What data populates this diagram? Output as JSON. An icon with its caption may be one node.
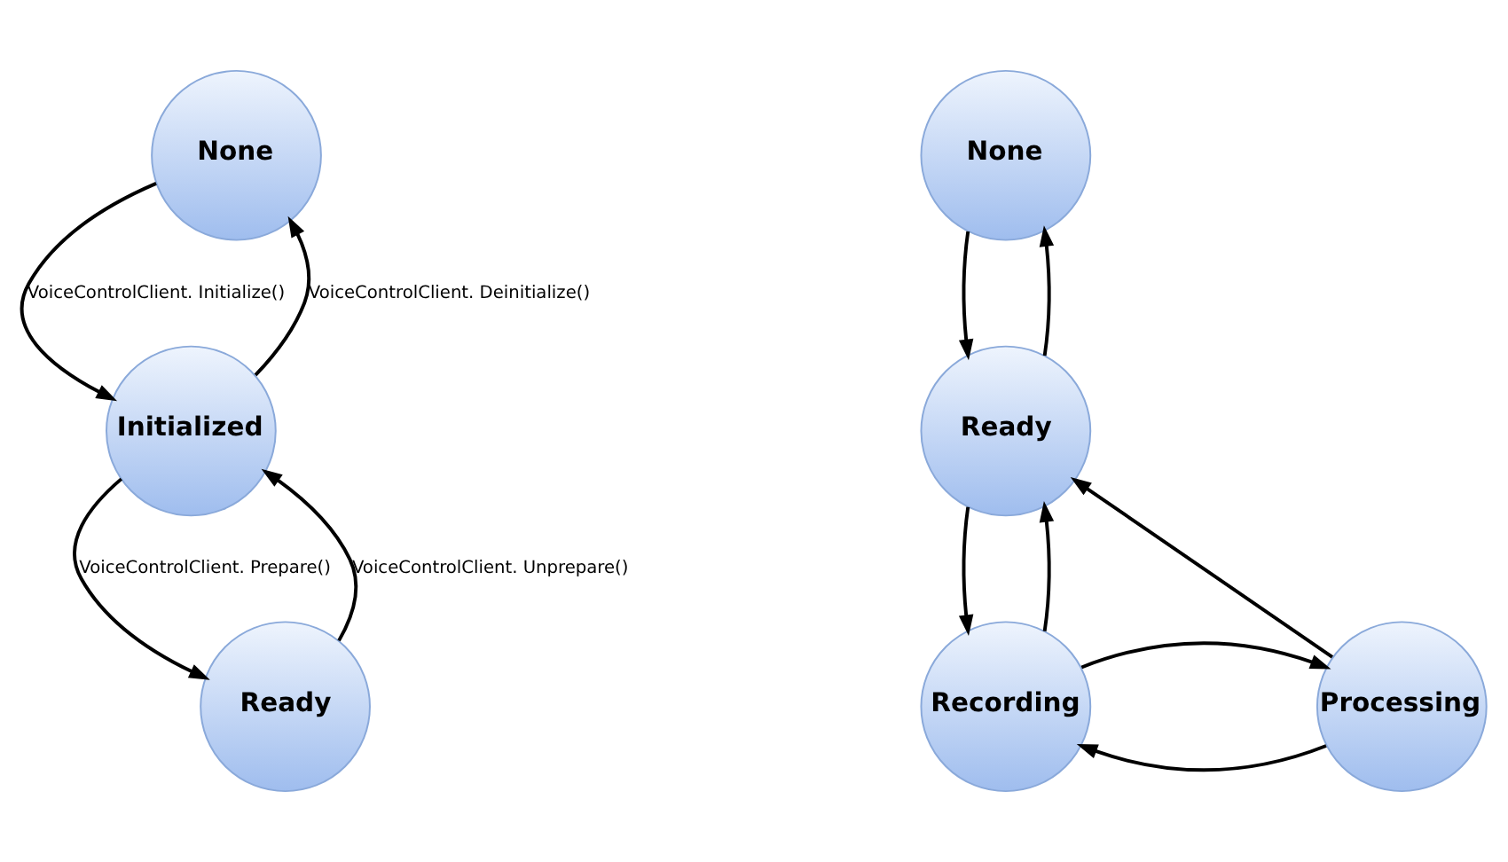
{
  "diagram": {
    "nodes": [
      {
        "text": [
          "None"
        ]
      },
      {
        "text": [
          "Initialized"
        ]
      },
      {
        "text": [
          "Ready"
        ]
      },
      {
        "text": [
          "None"
        ]
      },
      {
        "text": [
          "Ready"
        ]
      },
      {
        "text": [
          "Recording"
        ]
      },
      {
        "text": [
          "Processing"
        ]
      }
    ],
    "edges": [
      {
        "from": 0,
        "to": 1,
        "arrow": "to",
        "label": "VoiceControlClient. Initialize()"
      },
      {
        "from": 1,
        "to": 0,
        "arrow": "to",
        "label": "VoiceControlClient. Deinitialize()"
      },
      {
        "from": 1,
        "to": 2,
        "arrow": "to",
        "label": "VoiceControlClient. Prepare()"
      },
      {
        "from": 2,
        "to": 1,
        "arrow": "to",
        "label": "VoiceControlClient. Unprepare()"
      },
      {
        "from": 3,
        "to": 4,
        "arrow": "to"
      },
      {
        "from": 4,
        "to": 3,
        "arrow": "to"
      },
      {
        "from": 4,
        "to": 5,
        "arrow": "to"
      },
      {
        "from": 5,
        "to": 4,
        "arrow": "to"
      },
      {
        "from": 6,
        "to": 4,
        "arrow": "to"
      },
      {
        "from": 6,
        "to": 5,
        "arrow": "to"
      },
      {
        "from": 5,
        "to": 6,
        "arrow": "to"
      }
    ]
  }
}
